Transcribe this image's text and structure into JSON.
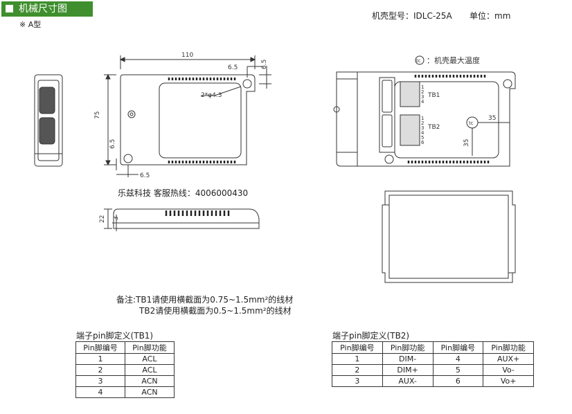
{
  "header": {
    "section_title": "机械尺寸图",
    "variant": "※ A型",
    "model_label": "机壳型号：IDLC-25A",
    "unit_label": "单位：mm"
  },
  "drawing": {
    "top_view": {
      "dim_width": "110",
      "dim_height": "75",
      "dim_hole_offset_x": "6.5",
      "dim_hole_offset_y": "6.5",
      "dim_hole_offset_x2": "6.5",
      "dim_hole_offset_y2": "6.5",
      "hole_note": "2*φ4.3"
    },
    "side_view": {
      "dim_height": "22",
      "dim_base": "3"
    },
    "right_view": {
      "tc_legend": "：机壳最大温度",
      "tc_symbol": "tc",
      "tb1_label": "TB1",
      "tb2_label": "TB2",
      "tb1_pins": [
        "1",
        "2",
        "3",
        "4"
      ],
      "tb2_pins": [
        "1",
        "2",
        "3",
        "4",
        "5",
        "6"
      ],
      "tc_dim_x": "35",
      "tc_dim_y": "35"
    },
    "hotline": "乐兹科技 客服热线：4006000430"
  },
  "notes": {
    "prefix": "备注:",
    "line1": "TB1请使用横截面为0.75~1.5mm²的线材",
    "line2": "TB2请使用横截面为0.5~1.5mm²的线材"
  },
  "tb1_table": {
    "title": "端子pin脚定义(TB1)",
    "headers": [
      "Pin脚编号",
      "Pin脚功能"
    ],
    "rows": [
      [
        "1",
        "ACL"
      ],
      [
        "2",
        "ACL"
      ],
      [
        "3",
        "ACN"
      ],
      [
        "4",
        "ACN"
      ]
    ]
  },
  "tb2_table": {
    "title": "端子pin脚定义(TB2)",
    "headers": [
      "Pin脚编号",
      "Pin脚功能",
      "Pin脚编号",
      "Pin脚功能"
    ],
    "rows": [
      [
        "1",
        "DIM-",
        "4",
        "AUX+"
      ],
      [
        "2",
        "DIM+",
        "5",
        "Vo-"
      ],
      [
        "3",
        "AUX-",
        "6",
        "Vo+"
      ]
    ]
  }
}
